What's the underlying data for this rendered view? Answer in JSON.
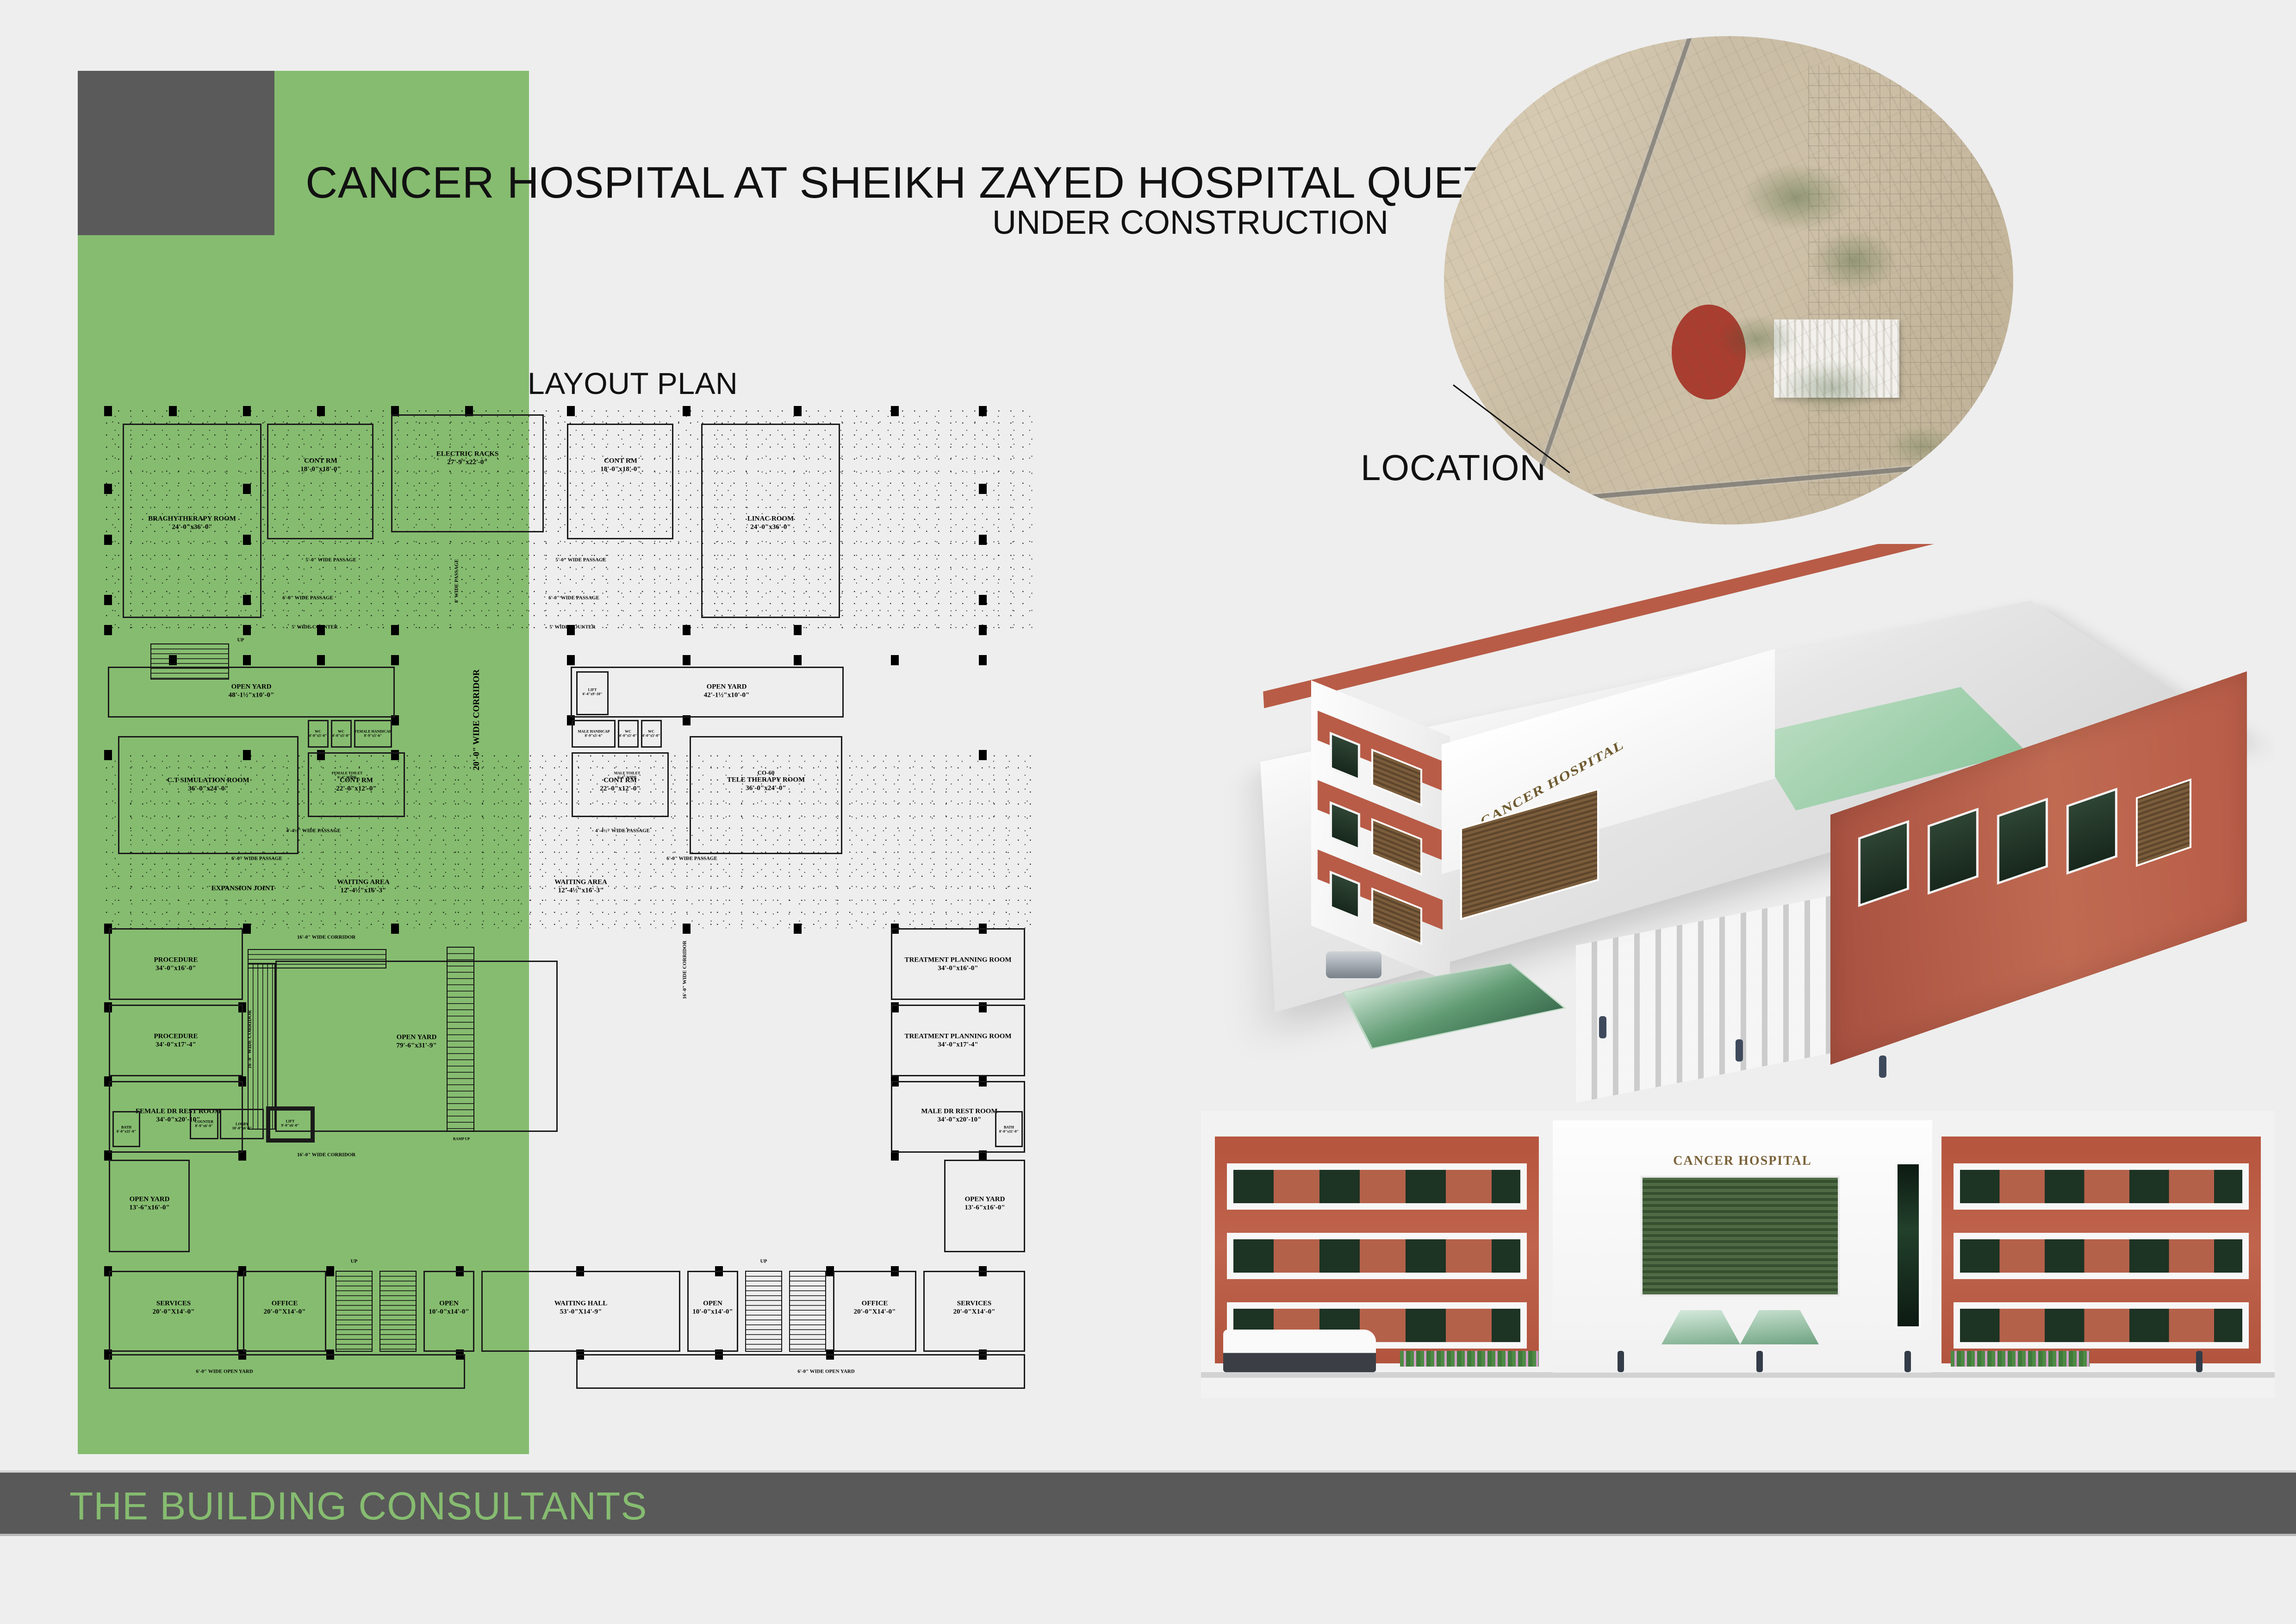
{
  "board": {
    "title": "CANCER HOSPITAL AT SHEIKH ZAYED HOSPITAL QUETTA",
    "subtitle": "UNDER CONSTRUCTION",
    "footer": "THE BUILDING CONSULTANTS",
    "accent_green": "#86bc70",
    "accent_gray": "#595959",
    "background": "#eeeeee"
  },
  "sections": {
    "layout_plan_label": "LAYOUT PLAN",
    "location_label": "LOCATION"
  },
  "render": {
    "building_sign": "CANCER HOSPITAL"
  },
  "elevation": {
    "building_sign": "CANCER HOSPITAL"
  },
  "plan": {
    "rooms": [
      {
        "id": "brachytherapy",
        "name": "BRACHYTHERAPY ROOM",
        "dim": "24'-0\"x36'-0\""
      },
      {
        "id": "cont-rm-1",
        "name": "CONT  RM",
        "dim": "18'-0\"x18'-0\""
      },
      {
        "id": "electric-racks",
        "name": "ELECTRIC RACKS",
        "dim": "27'-9\"x22'-0\""
      },
      {
        "id": "cont-rm-2",
        "name": "CONT  RM",
        "dim": "18'-0\"x18'-0\""
      },
      {
        "id": "linac",
        "name": "LINAC ROOM",
        "dim": "24'-0\"x36'-0\""
      },
      {
        "id": "ct-simulation",
        "name": "C.T SIMULATION ROOM",
        "dim": "36'-0\"x24'-0\""
      },
      {
        "id": "cont-rm-3",
        "name": "CONT RM",
        "dim": "22'-0\"x12'-0\""
      },
      {
        "id": "cont-rm-4",
        "name": "CONT RM",
        "dim": "22'-0\"x12'-0\""
      },
      {
        "id": "tele-therapy",
        "name": "CO-60\nTELE THERAPY ROOM",
        "dim": "36'-0\"x24'-0\""
      },
      {
        "id": "procedure-1",
        "name": "PROCEDURE",
        "dim": "34'-0\"x16'-0\""
      },
      {
        "id": "procedure-2",
        "name": "PROCEDURE",
        "dim": "34'-0\"x17'-4\""
      },
      {
        "id": "treatment-1",
        "name": "TREATMENT PLANNING ROOM",
        "dim": "34'-0\"x16'-0\""
      },
      {
        "id": "treatment-2",
        "name": "TREATMENT PLANNING ROOM",
        "dim": "34'-0\"x17'-4\""
      },
      {
        "id": "female-dr-rest",
        "name": "FEMALE DR REST ROOM",
        "dim": "34'-0\"x20'-10\""
      },
      {
        "id": "male-dr-rest",
        "name": "MALE DR REST ROOM",
        "dim": "34'-0\"x20'-10\""
      },
      {
        "id": "waiting-hall",
        "name": "WAITING HALL",
        "dim": "53'-0\"X14'-9\""
      },
      {
        "id": "waiting-area-l",
        "name": "WAITING AREA",
        "dim": "12'-4½\"x16'-3\""
      },
      {
        "id": "waiting-area-r",
        "name": "WAITING AREA",
        "dim": "12'-4½\"x16'-3\""
      },
      {
        "id": "office-l",
        "name": "OFFICE",
        "dim": "20'-0\"X14'-0\""
      },
      {
        "id": "office-r",
        "name": "OFFICE",
        "dim": "20'-0\"X14'-0\""
      },
      {
        "id": "services-l",
        "name": "SERVICES",
        "dim": "20'-0\"X14'-0\""
      },
      {
        "id": "services-r",
        "name": "SERVICES",
        "dim": "20'-0\"X14'-0\""
      },
      {
        "id": "counter",
        "name": "COUNTER",
        "dim": "8'-9\"x6'-9\""
      },
      {
        "id": "lobby",
        "name": "LOBBY",
        "dim": "10'-0\"x6'-9\""
      },
      {
        "id": "lift-main",
        "name": "LIFT",
        "dim": "9'-0\"x6'-0\""
      },
      {
        "id": "lift-upper",
        "name": "LIFT",
        "dim": "6'-4\"x9'-10\""
      },
      {
        "id": "open-yard-top-l",
        "name": "OPEN YARD",
        "dim": "48'-1½\"x10'-0\""
      },
      {
        "id": "open-yard-top-r",
        "name": "OPEN YARD",
        "dim": "42'-1½\"x10'-0\""
      },
      {
        "id": "open-yard-center",
        "name": "OPEN YARD",
        "dim": "79'-6\"x31'-9\""
      },
      {
        "id": "open-yard-bot-l",
        "name": "OPEN YARD",
        "dim": "13'-6\"x16'-0\""
      },
      {
        "id": "open-yard-bot-r",
        "name": "OPEN YARD",
        "dim": "13'-6\"x16'-0\""
      },
      {
        "id": "open-l",
        "name": "OPEN",
        "dim": "10'-0\"x14'-0\""
      },
      {
        "id": "open-r",
        "name": "OPEN",
        "dim": "10'-0\"x14'-0\""
      },
      {
        "id": "bath-l",
        "name": "BATH",
        "dim": "8'-0\"x11'-0\""
      },
      {
        "id": "bath-r",
        "name": "BATH",
        "dim": "8'-0\"x11'-0\""
      },
      {
        "id": "wc-1",
        "name": "WC",
        "dim": "4'-0\"x5'-0\""
      },
      {
        "id": "wc-2",
        "name": "WC",
        "dim": "4'-0\"x5'-0\""
      },
      {
        "id": "wc-3",
        "name": "WC",
        "dim": "4'-0\"x5'-0\""
      },
      {
        "id": "wc-4",
        "name": "WC",
        "dim": "4'-0\"x5'-0\""
      },
      {
        "id": "female-handicap",
        "name": "FEMALE HANDICAP",
        "dim": "8'-9\"x5'-6\""
      },
      {
        "id": "male-handicap",
        "name": "MALE HANDICAP",
        "dim": "8'-9\"x5'-6\""
      },
      {
        "id": "female-toilet",
        "name": "FEMALE TOILET",
        "dim": "6'-4\" WIDE"
      },
      {
        "id": "male-toilet",
        "name": "MALE TOILET",
        "dim": "6'-4\" WIDE"
      }
    ],
    "annotations": [
      {
        "id": "corridor-main",
        "text": "20'-0\" WIDE CORRIDOR"
      },
      {
        "id": "corridor-left",
        "text": "16'-0\" WIDE CORRIDOR"
      },
      {
        "id": "corridor-mid",
        "text": "16'-0\" WIDE CORRIDOR"
      },
      {
        "id": "corridor-low",
        "text": "16'-0\" WIDE CORRIDOR"
      },
      {
        "id": "corridor-right",
        "text": "16'-0\" WIDE CORRIDOR"
      },
      {
        "id": "passage-5-l",
        "text": "5'-0\" WIDE PASSAGE"
      },
      {
        "id": "passage-5-r",
        "text": "5'-0\" WIDE PASSAGE"
      },
      {
        "id": "passage-8",
        "text": "8' WIDE PASSAGE"
      },
      {
        "id": "passage-6-l",
        "text": "6'-0\" WIDE PASSAGE"
      },
      {
        "id": "passage-6-r",
        "text": "6'-0\" WIDE PASSAGE"
      },
      {
        "id": "passage-6-ml",
        "text": "6'-0\" WIDE PASSAGE"
      },
      {
        "id": "passage-6-mr",
        "text": "6'-0\" WIDE PASSAGE"
      },
      {
        "id": "passage-4-l",
        "text": "4'-4½\" WIDE PASSAGE"
      },
      {
        "id": "passage-4-r",
        "text": "4'-4½\" WIDE PASSAGE"
      },
      {
        "id": "counter-5-l",
        "text": "5' WIDE COUNTER"
      },
      {
        "id": "counter-5-r",
        "text": "5' WIDE COUNTER"
      },
      {
        "id": "expansion-joint",
        "text": "EXPANSION JOINT"
      },
      {
        "id": "open-yard-6-l",
        "text": "6'-0\" WIDE OPEN YARD"
      },
      {
        "id": "open-yard-6-r",
        "text": "6'-0\" WIDE OPEN YARD"
      },
      {
        "id": "ramp-up",
        "text": "RAMP UP"
      },
      {
        "id": "up-1",
        "text": "UP"
      },
      {
        "id": "up-2",
        "text": "UP"
      },
      {
        "id": "up-3",
        "text": "UP"
      }
    ]
  }
}
